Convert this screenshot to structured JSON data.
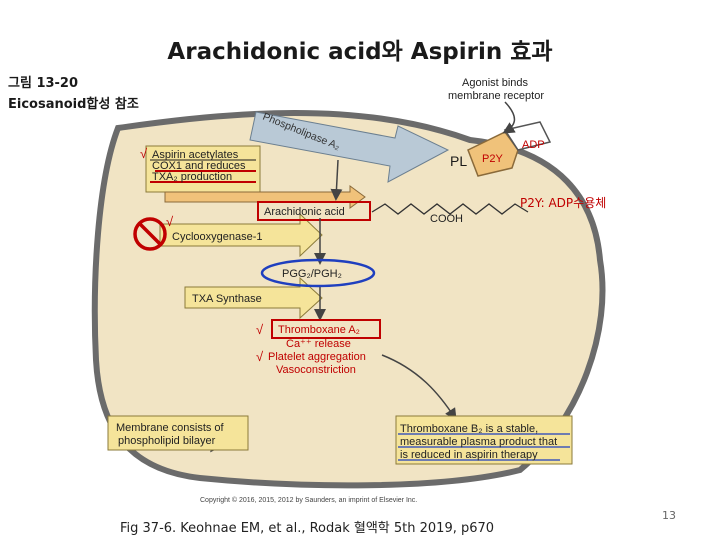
{
  "slide": {
    "title": "Arachidonic acid와 Aspirin 효과",
    "caption_line1": "그림 13-20",
    "caption_line2": "Eicosanoid합성 참조",
    "p2y_note": "P2Y:  ADP수용체",
    "figure_caption": "Fig 37-6. Keohnae EM, et al., Rodak 혈액학 5th 2019, p670",
    "page_number": "13"
  },
  "figure": {
    "agonist": "Agonist binds membrane receptor",
    "agonist_line1": "Agonist binds",
    "agonist_line2": "membrane receptor",
    "phospholipase": "Phospholipase A₂",
    "pl": "PL",
    "p2y": "P2Y",
    "adp": "ADP",
    "aspirin_line1": "Aspirin acetylates",
    "aspirin_line2": "COX1 and reduces",
    "aspirin_line3": "TXA₂ production",
    "arachidonic_acid": "Arachidonic acid",
    "cooh": "COOH",
    "cyclooxygenase": "Cyclooxygenase-1",
    "pgg_pgh": "PGG₂/PGH₂",
    "txa_synthase": "TXA Synthase",
    "thromboxane_a2": "Thromboxane A₂",
    "ca_release": "Ca⁺⁺ release",
    "platelet_aggregation": "Platelet aggregation",
    "vasoconstriction": "Vasoconstriction",
    "membrane_line1": "Membrane consists of",
    "membrane_line2": "phospholipid bilayer",
    "txb2_line1": "Thromboxane B₂ is a stable,",
    "txb2_line2": "measurable plasma product that",
    "txb2_line3": "is reduced in aspirin therapy",
    "copyright": "Copyright © 2016, 2015, 2012 by Saunders, an imprint of Elsevier Inc.",
    "check": "√"
  },
  "colors": {
    "cell_fill": "#f1e4c4",
    "cell_border": "#6b6b6b",
    "arrow_fill": "#b9c9d6",
    "box_fill": "#f5e49a",
    "annotation_red": "#c00000",
    "annotation_blue": "#1f3fbf"
  }
}
